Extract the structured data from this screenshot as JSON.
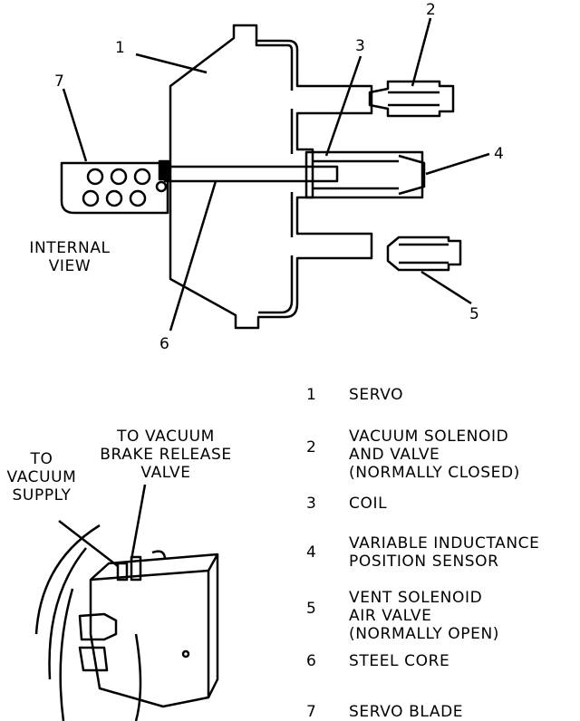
{
  "diagram": {
    "callouts": [
      "1",
      "2",
      "3",
      "4",
      "5",
      "6",
      "7"
    ],
    "internal_view_label": "INTERNAL\nVIEW",
    "to_vacuum_brake_release_label": "TO VACUUM\nBRAKE RELEASE\nVALVE",
    "to_vacuum_supply_label": "TO\nVACUUM\nSUPPLY"
  },
  "legend": [
    {
      "num": "1",
      "text": "SERVO"
    },
    {
      "num": "2",
      "text": "VACUUM SOLENOID\nAND VALVE\n(NORMALLY CLOSED)"
    },
    {
      "num": "3",
      "text": "COIL"
    },
    {
      "num": "4",
      "text": "VARIABLE INDUCTANCE\nPOSITION SENSOR"
    },
    {
      "num": "5",
      "text": "VENT SOLENOID\nAIR VALVE\n(NORMALLY OPEN)"
    },
    {
      "num": "6",
      "text": "STEEL CORE"
    },
    {
      "num": "7",
      "text": "SERVO BLADE"
    }
  ]
}
